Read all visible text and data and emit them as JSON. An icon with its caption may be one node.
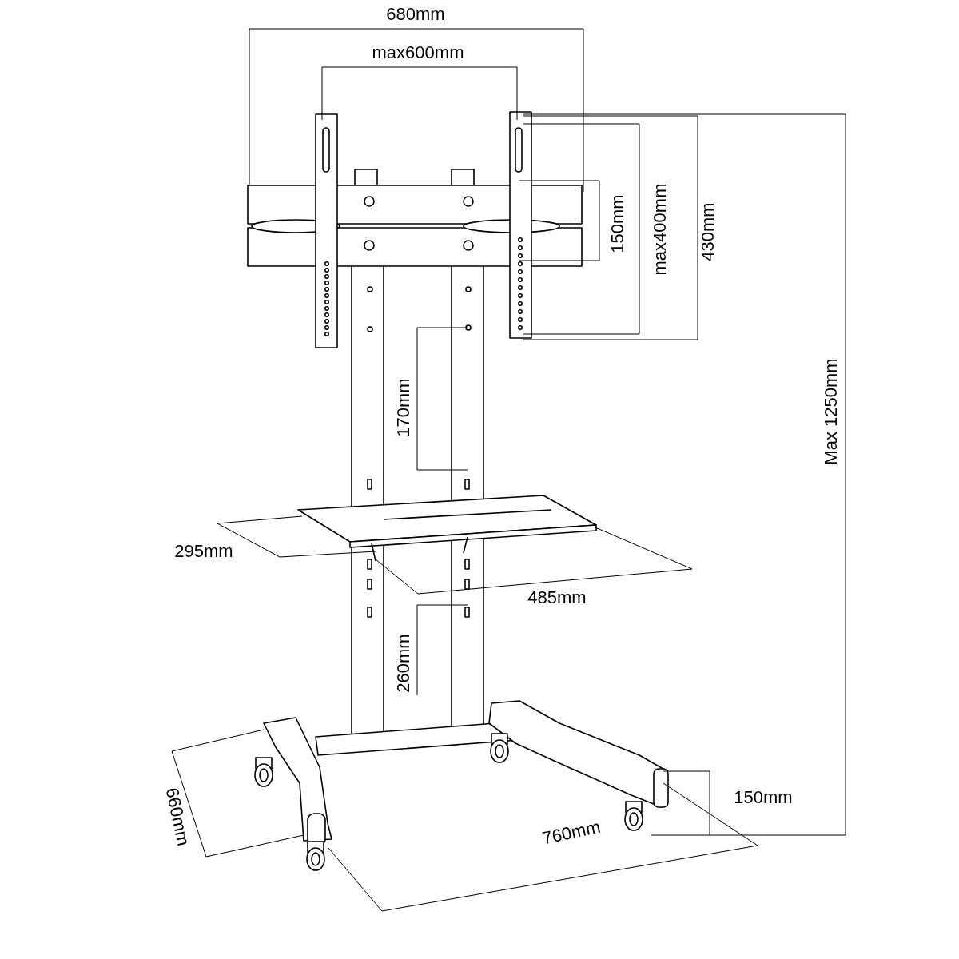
{
  "diagram": {
    "labels": [
      "680mm",
      "max600mm",
      "150mm",
      "max400mm",
      "430mm",
      "Max 1250mm",
      "170mm",
      "295mm",
      "485mm",
      "260mm",
      "150mm",
      "660mm",
      "760mm"
    ]
  }
}
